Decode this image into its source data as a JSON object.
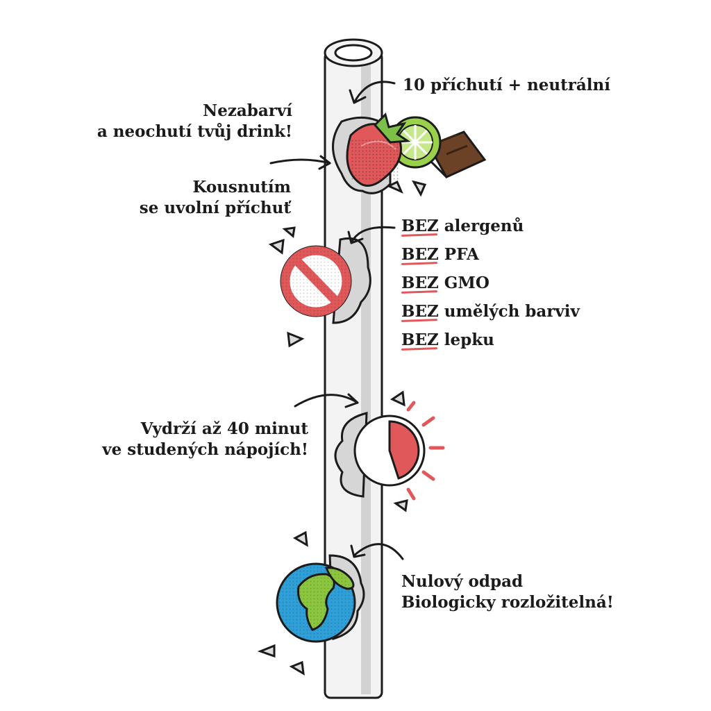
{
  "labels": {
    "flavors": "10 příchutí + neutrální",
    "no_color": [
      "Nezabarví",
      "a neochutí tvůj drink!"
    ],
    "bite": [
      "Kousnutím",
      "se uvolní příchuť"
    ],
    "bez_word": "BEZ",
    "bez_items": [
      "alergenů",
      "PFA",
      "GMO",
      "umělých barviv",
      "lepku"
    ],
    "lasts": [
      "Vydrží až 40 minut",
      "ve studených nápojích!"
    ],
    "zero_waste": [
      "Nulový odpad",
      "Biologicky rozložitelná!"
    ]
  },
  "colors": {
    "accent": "#e0585a",
    "outline": "#1b1b1b",
    "straw": "#f2f2f2",
    "straw_shadow": "#cfcfcf",
    "lime": "#9ad14a",
    "chocolate": "#6b4226",
    "ocean": "#2f9fd8",
    "land": "#8cc63f"
  },
  "icons": [
    "strawberry-icon",
    "lime-icon",
    "chocolate-icon",
    "prohibited-icon",
    "clock-icon",
    "earth-icon"
  ],
  "timer_fill_fraction": 0.45
}
